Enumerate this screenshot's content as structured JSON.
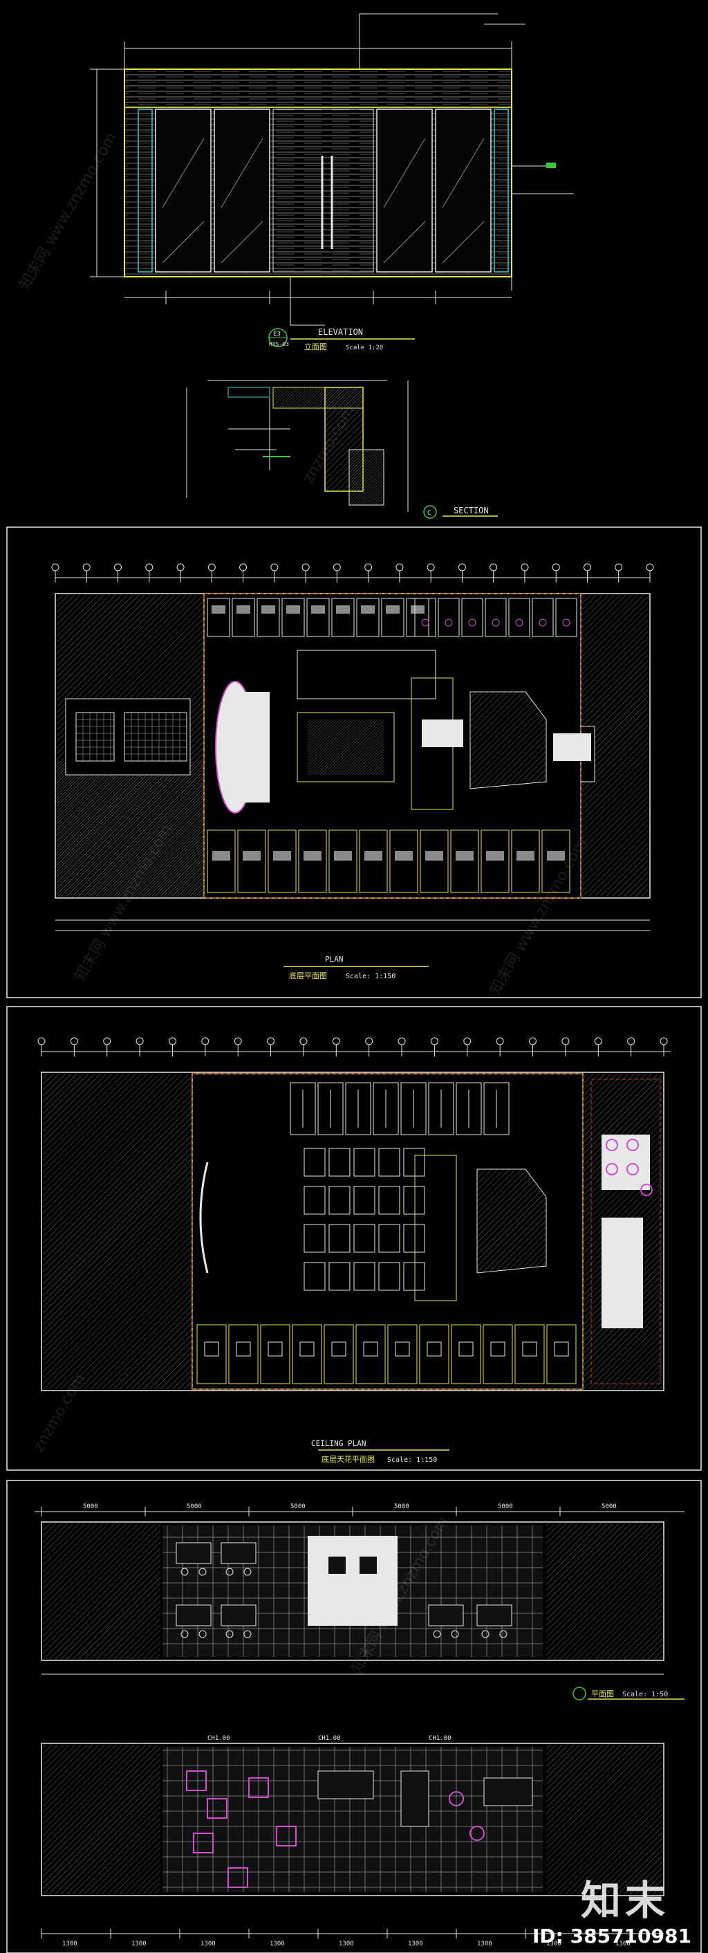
{
  "sheet": {
    "background": "#000000",
    "colors": {
      "white": "#e8e8e8",
      "yellow": "#e6e64a",
      "cyan": "#46c8d2",
      "red": "#c83232",
      "magenta": "#d24bd2",
      "green": "#3cc83c",
      "grey": "#8a8a8a"
    }
  },
  "panels": {
    "elevation": {
      "title_en": "ELEVATION",
      "title_cn": "立面图",
      "scale": "Scale 1:20",
      "tag_top": "E3",
      "tag_bottom": "HYS-03"
    },
    "section": {
      "title_en": "SECTION",
      "tag": "C"
    },
    "floor_plan": {
      "title_en": "PLAN",
      "title_cn": "底层平面图",
      "scale": "Scale: 1:150"
    },
    "ceiling_plan": {
      "title_en": "CEILING PLAN",
      "title_cn": "底层天花平面图",
      "scale": "Scale: 1:150"
    },
    "partial_plan": {
      "title_cn": "平面图",
      "scale": "Scale: 1:50",
      "dimensions_top": [
        "5000",
        "5000",
        "5000",
        "5000",
        "5000",
        "5000"
      ],
      "dimensions_bottom": [
        "1300",
        "1300",
        "1300",
        "1300",
        "1300",
        "1300",
        "1300",
        "1300",
        "1300"
      ],
      "ceiling_tags": [
        "CH1.00",
        "CH1.00",
        "CH1.00"
      ]
    }
  },
  "watermark": {
    "logo_text": "知末",
    "site": "znzmo.com",
    "site_cn": "知末网 www.znzmo.com",
    "id_label": "ID: 385710981"
  }
}
